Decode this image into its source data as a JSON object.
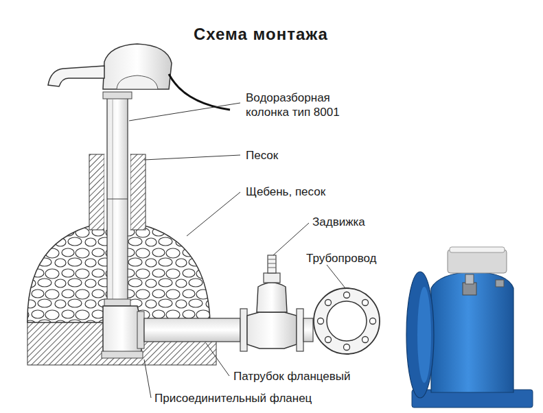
{
  "diagram": {
    "title": "Схема монтажа",
    "labels": [
      "Водоразборная колонка тип 8001",
      "Песок",
      "Щебень, песок",
      "Задвижка",
      "Трубопровод",
      "Патрубок фланцевый",
      "Присоединительный фланец"
    ]
  }
}
